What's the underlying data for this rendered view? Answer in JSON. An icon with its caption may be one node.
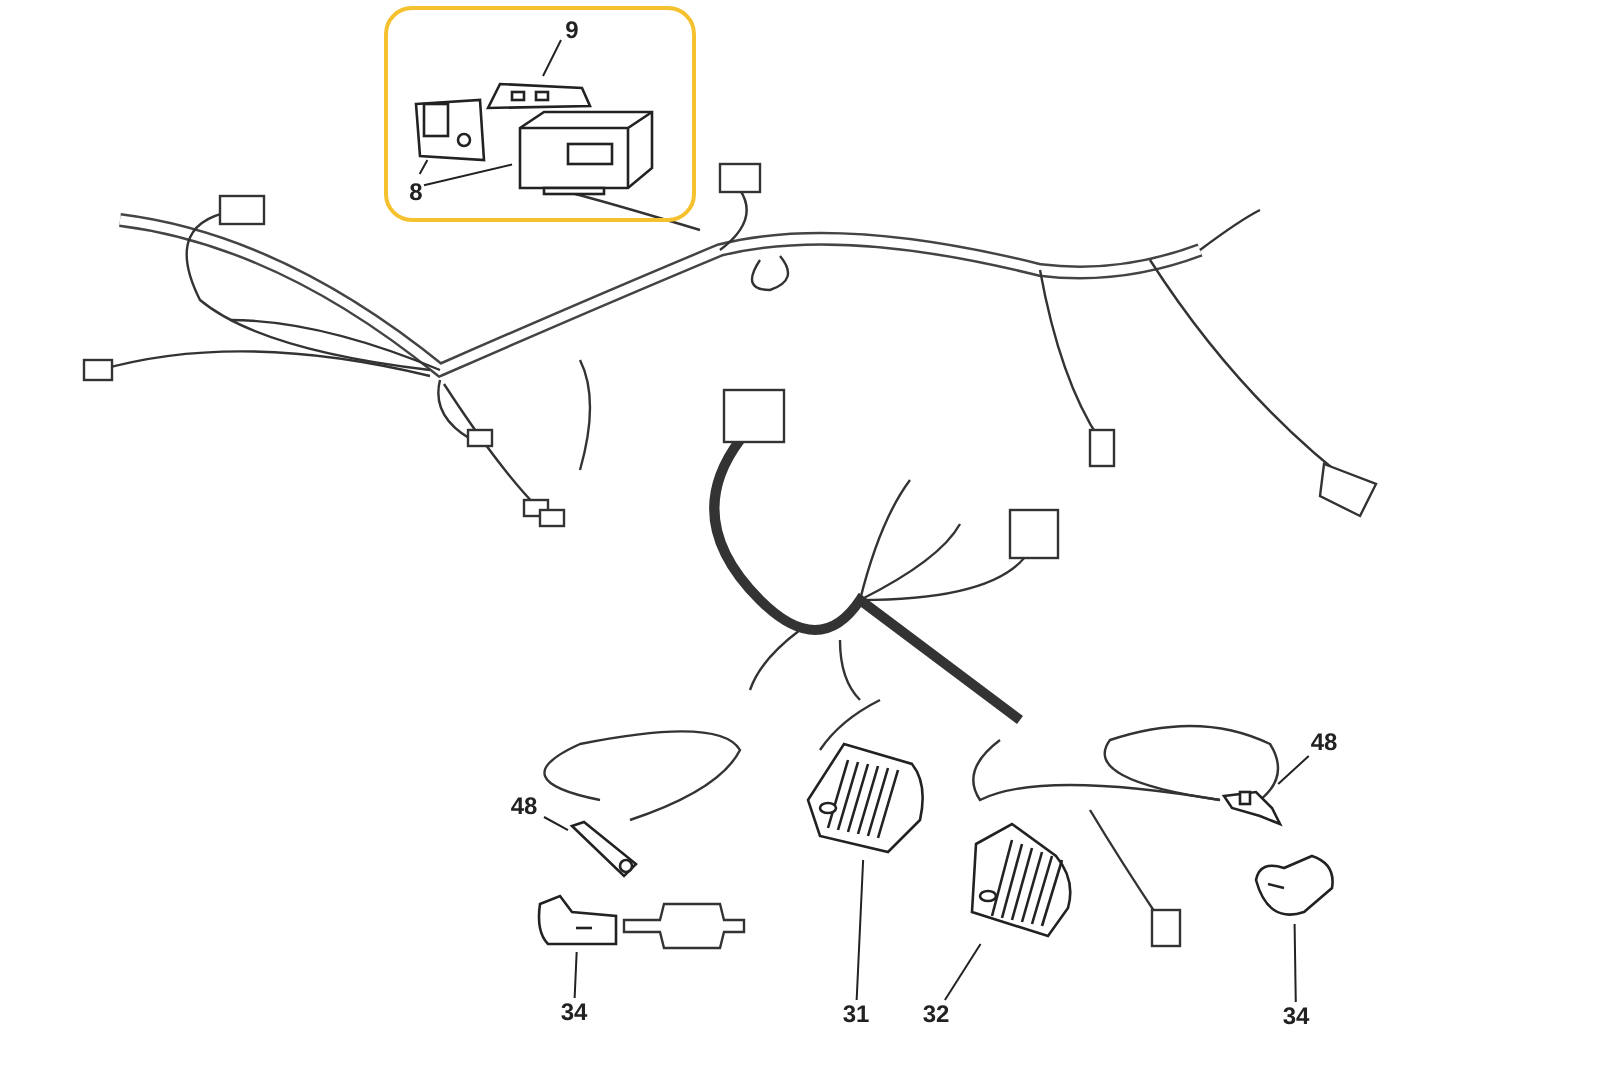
{
  "diagram": {
    "nodes": [
      {
        "text": [],
        "shape": "box"
      },
      {
        "text": [
          "9"
        ],
        "in": 0
      },
      {
        "text": [
          "8"
        ],
        "in": 0
      },
      {
        "text": [],
        "shape": "picture",
        "in": 0
      },
      {
        "text": [],
        "shape": "picture",
        "in": 0
      },
      {
        "text": [],
        "shape": "picture",
        "in": 0
      },
      {
        "text": [
          "48"
        ]
      },
      {
        "text": [
          "34"
        ]
      },
      {
        "text": [
          "31"
        ]
      },
      {
        "text": [
          "32"
        ]
      },
      {
        "text": [
          "48"
        ]
      },
      {
        "text": [
          "34"
        ]
      },
      {
        "text": [],
        "shape": "picture"
      },
      {
        "text": [],
        "shape": "picture"
      },
      {
        "text": [],
        "shape": "picture"
      },
      {
        "text": [],
        "shape": "picture"
      },
      {
        "text": [],
        "shape": "picture"
      },
      {
        "text": [],
        "shape": "picture"
      }
    ],
    "edges": [
      {
        "from": 1,
        "to": 3,
        "arrow": "none"
      },
      {
        "from": 2,
        "to": 4,
        "arrow": "none"
      },
      {
        "from": 2,
        "to": 5,
        "arrow": "none"
      },
      {
        "from": 6,
        "to": 12,
        "arrow": "none"
      },
      {
        "from": 7,
        "to": 13,
        "arrow": "none"
      },
      {
        "from": 8,
        "to": 14,
        "arrow": "none"
      },
      {
        "from": 9,
        "to": 15,
        "arrow": "none"
      },
      {
        "from": 10,
        "to": 16,
        "arrow": "none"
      },
      {
        "from": 11,
        "to": 17,
        "arrow": "none"
      }
    ]
  }
}
